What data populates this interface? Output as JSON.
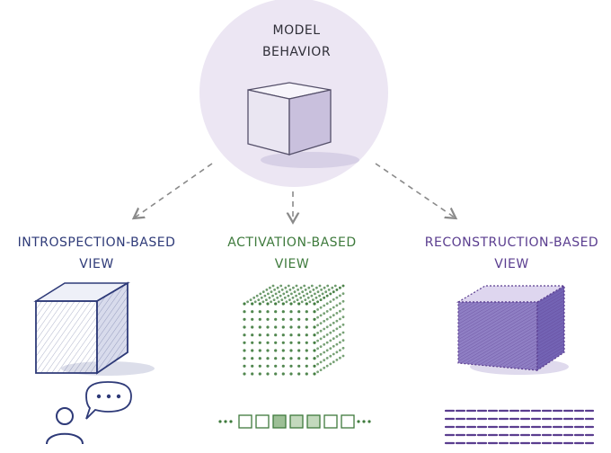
{
  "title": {
    "line1": "MODEL",
    "line2": "BEHAVIOR"
  },
  "views": [
    {
      "line1": "INTROSPECTION-BASED",
      "line2": "VIEW"
    },
    {
      "line1": "ACTIVATION-BASED",
      "line2": "VIEW"
    },
    {
      "line1": "RECONSTRUCTION-BASED",
      "line2": "VIEW"
    }
  ],
  "colors": {
    "introspection": "#2e3a78",
    "activation": "#3e7a3c",
    "reconstruction": "#5a3d8f",
    "halo": "#ece6f3",
    "arrow": "#8a8a8a"
  },
  "icons": [
    "cube-icon",
    "person-icon",
    "speech-bubble-icon",
    "dot-grid-cube-icon",
    "token-boxes-icon",
    "dashed-lines-icon"
  ]
}
